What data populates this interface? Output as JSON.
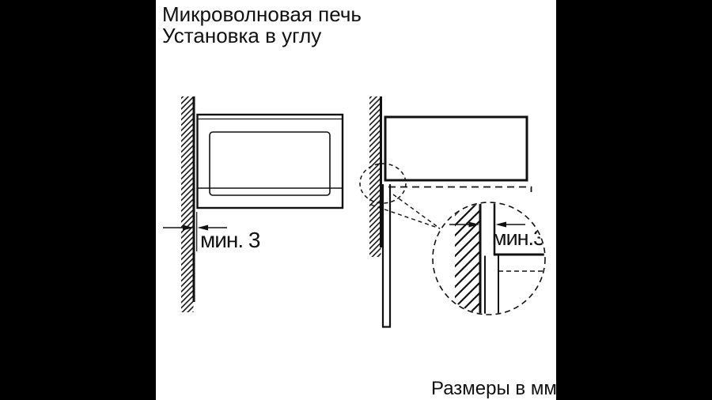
{
  "colors": {
    "page_bg": "#000000",
    "canvas_bg": "#ffffff",
    "ink": "#111111"
  },
  "title": {
    "line1": "Микроволновая печь",
    "line2": "Установка в углу"
  },
  "front_view": {
    "gap_label": "мин. 3"
  },
  "detail_view": {
    "gap_label": "мин.3"
  },
  "footer": {
    "units_label": "Размеры в мм"
  }
}
